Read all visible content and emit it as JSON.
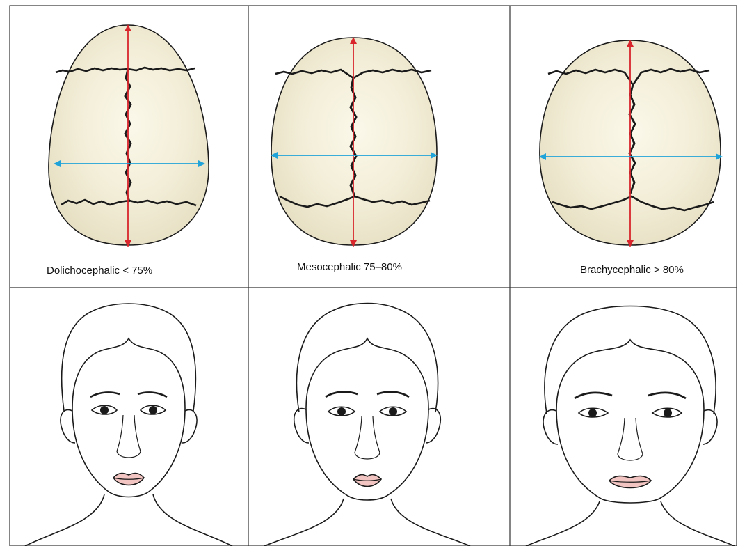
{
  "panels": [
    {
      "skull_label": "Dolichocephalic < 75%"
    },
    {
      "skull_label": "Mesocephalic 75–80%"
    },
    {
      "skull_label": "Brachycephalic > 80%"
    }
  ],
  "colors": {
    "skull_fill": "#ece6cc",
    "skull_highlight": "#fbf8ea",
    "length_arrow": "#d8262c",
    "width_arrow": "#1fa3d8",
    "suture": "#1a1a1a",
    "lips": "#f2c4c2",
    "grid": "#333333"
  },
  "icons": [
    "skull-top-view-icon",
    "face-front-view-icon"
  ]
}
